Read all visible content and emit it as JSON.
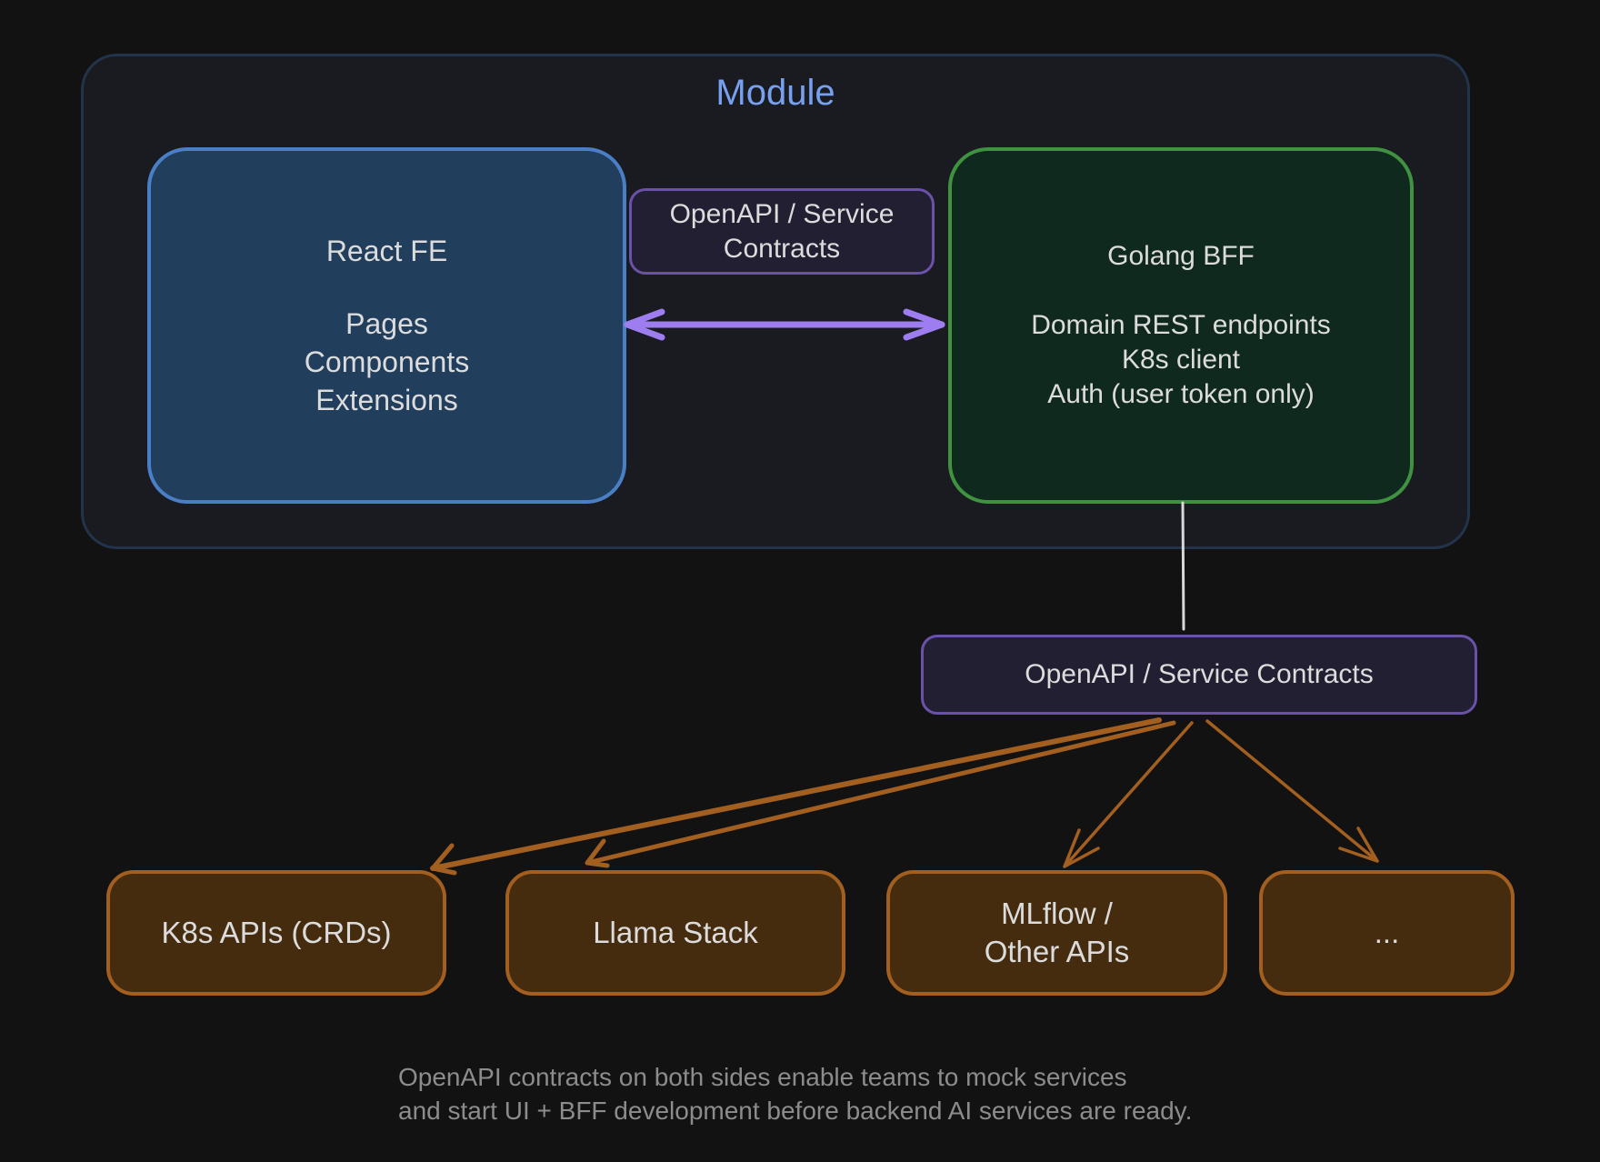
{
  "module": {
    "title": "Module"
  },
  "react_fe": {
    "title": "React FE",
    "items": [
      "Pages",
      "Components",
      "Extensions"
    ]
  },
  "contract_top": {
    "lines": [
      "OpenAPI / Service",
      "Contracts"
    ]
  },
  "golang_bff": {
    "title": "Golang BFF",
    "items": [
      "Domain REST endpoints",
      "K8s client",
      "Auth (user token only)"
    ]
  },
  "contract_bottom": {
    "label": "OpenAPI / Service Contracts"
  },
  "services": [
    {
      "lines": [
        "K8s APIs (CRDs)"
      ]
    },
    {
      "lines": [
        "Llama Stack"
      ]
    },
    {
      "lines": [
        "MLflow /",
        "Other APIs"
      ]
    },
    {
      "lines": [
        "..."
      ]
    }
  ],
  "edges": [
    {
      "from": "react_fe",
      "to": "golang_bff",
      "style": "bidirectional-arrow",
      "color": "#9d7df0"
    },
    {
      "from": "golang_bff",
      "to": "contract_bottom",
      "style": "line",
      "color": "#d8d8d8"
    },
    {
      "from": "contract_bottom",
      "to": "services.0",
      "style": "arrow",
      "color": "#a35f1f"
    },
    {
      "from": "contract_bottom",
      "to": "services.1",
      "style": "arrow",
      "color": "#a35f1f"
    },
    {
      "from": "contract_bottom",
      "to": "services.2",
      "style": "arrow",
      "color": "#a35f1f"
    },
    {
      "from": "contract_bottom",
      "to": "services.3",
      "style": "arrow",
      "color": "#a35f1f"
    }
  ],
  "caption": {
    "lines": [
      "OpenAPI contracts on both sides enable teams to mock services",
      "and start UI + BFF development before backend AI services are ready."
    ]
  },
  "colors": {
    "background": "#121212",
    "module_title": "#78a0f0",
    "frontend": "#4a7fc6",
    "bff": "#3f923f",
    "contract": "#6a52a8",
    "service": "#a35f1f",
    "arrow_purple": "#9d7df0"
  }
}
